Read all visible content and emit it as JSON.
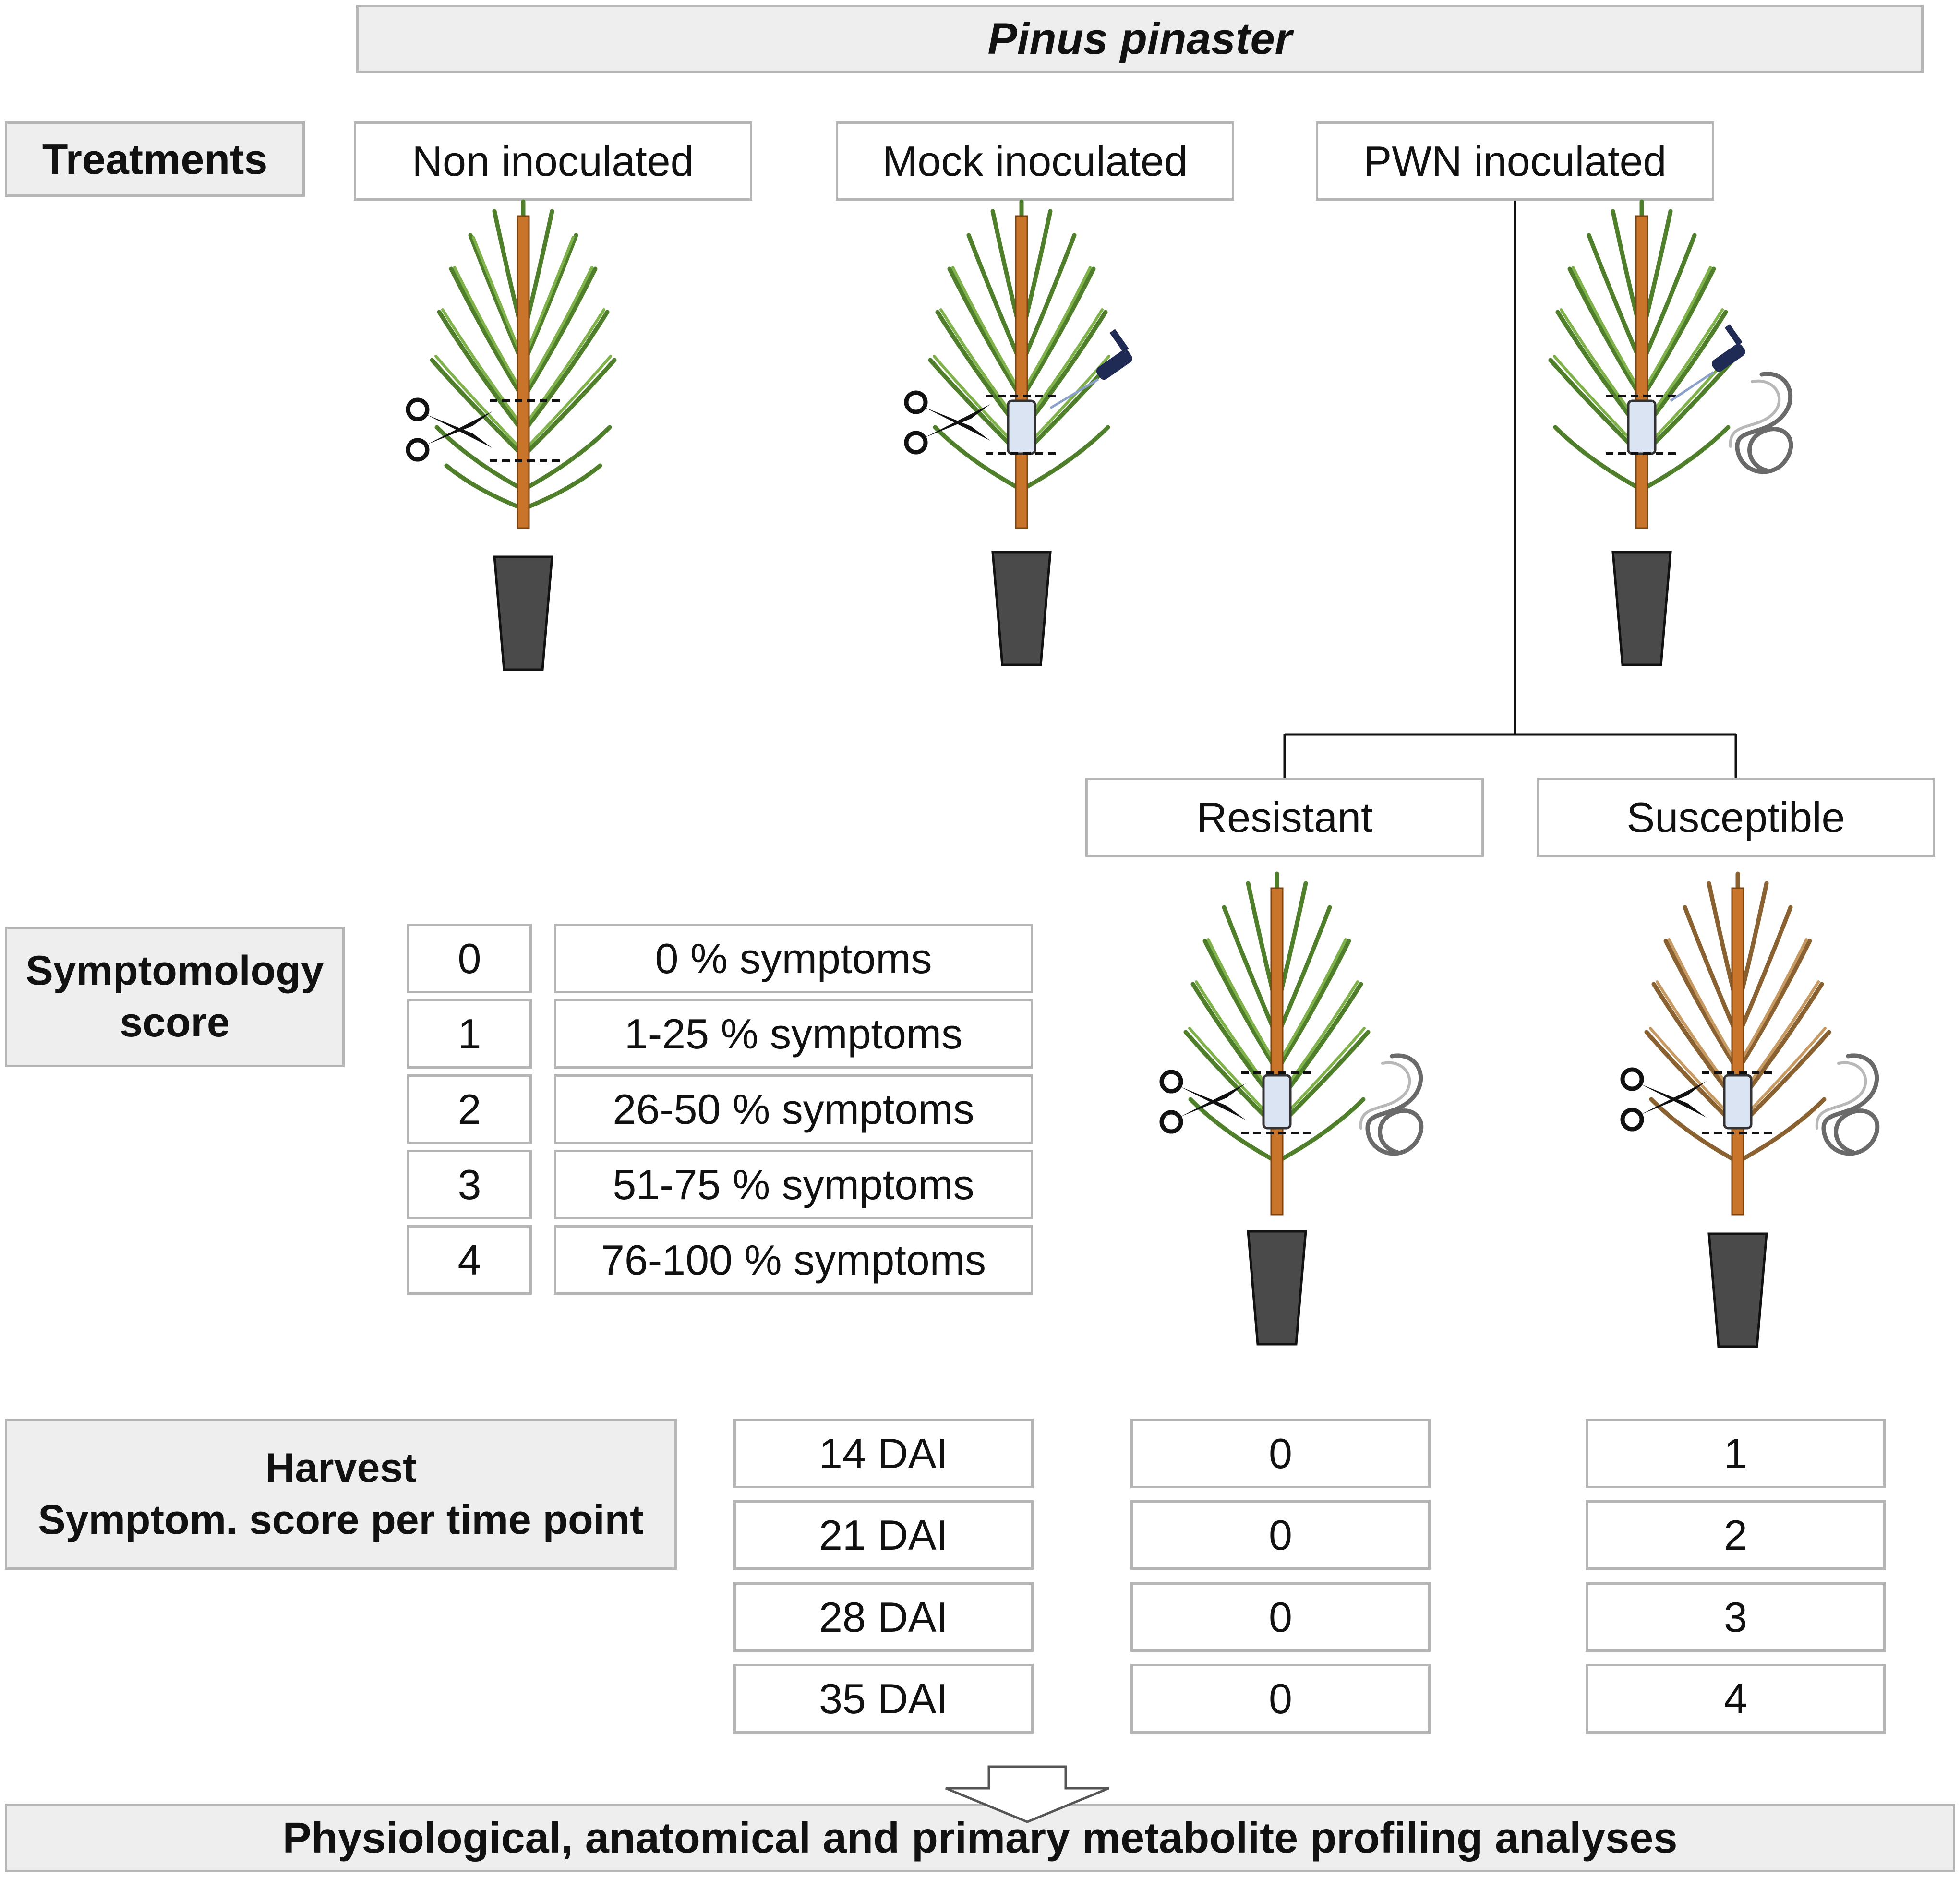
{
  "header": {
    "species": "Pinus pinaster"
  },
  "treatments": {
    "label": "Treatments",
    "items": [
      "Non inoculated",
      "Mock inoculated",
      "PWN inoculated"
    ],
    "outcomes": [
      "Resistant",
      "Susceptible"
    ]
  },
  "symptomology": {
    "label": "Symptomology\nscore",
    "scores": [
      "0",
      "1",
      "2",
      "3",
      "4"
    ],
    "descriptions": [
      "0 % symptoms",
      "1-25 % symptoms",
      "26-50 % symptoms",
      "51-75 % symptoms",
      "76-100 % symptoms"
    ]
  },
  "harvest": {
    "label": "Harvest\nSymptom. score per time point",
    "time_points": [
      "14 DAI",
      "21 DAI",
      "28 DAI",
      "35 DAI"
    ],
    "resistant_scores": [
      "0",
      "0",
      "0",
      "0"
    ],
    "susceptible_scores": [
      "1",
      "2",
      "3",
      "4"
    ]
  },
  "footer": {
    "analyses": "Physiological, anatomical and primary metabolite profiling analyses"
  },
  "colors": {
    "healthy_needle": "#7fb24a",
    "healthy_needle_dark": "#4f7f2a",
    "wilted_needle": "#c89a63",
    "wilted_needle_dark": "#8a6232",
    "stem": "#c8742a",
    "pot": "#4a4a4a",
    "border": "#b5b5b5",
    "shade": "#eeeeee",
    "pipette": "#1f2a55"
  }
}
